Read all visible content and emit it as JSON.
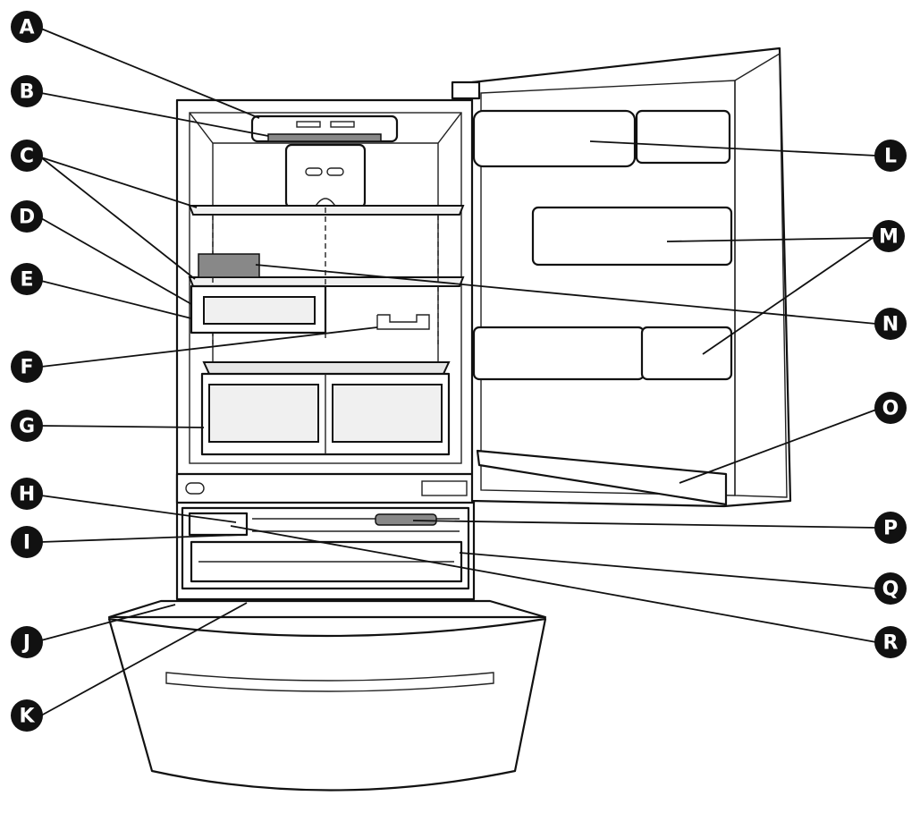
{
  "callouts": [
    {
      "id": "A",
      "label": "A"
    },
    {
      "id": "B",
      "label": "B"
    },
    {
      "id": "C",
      "label": "C"
    },
    {
      "id": "D",
      "label": "D"
    },
    {
      "id": "E",
      "label": "E"
    },
    {
      "id": "F",
      "label": "F"
    },
    {
      "id": "G",
      "label": "G"
    },
    {
      "id": "H",
      "label": "H"
    },
    {
      "id": "I",
      "label": "I"
    },
    {
      "id": "J",
      "label": "J"
    },
    {
      "id": "K",
      "label": "K"
    },
    {
      "id": "L",
      "label": "L"
    },
    {
      "id": "M",
      "label": "M"
    },
    {
      "id": "N",
      "label": "N"
    },
    {
      "id": "O",
      "label": "O"
    },
    {
      "id": "P",
      "label": "P"
    },
    {
      "id": "Q",
      "label": "Q"
    },
    {
      "id": "R",
      "label": "R"
    }
  ],
  "colors": {
    "outline": "#111111",
    "callout_fill": "#111111",
    "callout_text": "#ffffff",
    "bin_fill": "#e6e6e6",
    "accent_gray": "#888888"
  }
}
